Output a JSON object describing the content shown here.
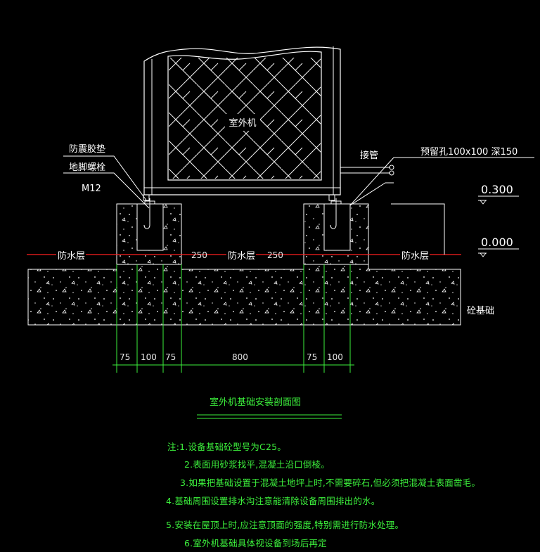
{
  "unit_label": "室外机",
  "pipe_label": "接管",
  "hole_label": "预留孔100x100  深150",
  "pad_label": "防震胶垫",
  "bolt_label": "地脚螺栓",
  "bolt_size": "M12",
  "waterproof_labels": [
    "防水层",
    "防水层",
    "防水层"
  ],
  "gap_dims": [
    "250",
    "250"
  ],
  "elevations": [
    "0.300",
    "0.000"
  ],
  "foundation_label": "砼基础",
  "bottom_dims": [
    "75",
    "100",
    "75",
    "800",
    "75",
    "100"
  ],
  "drawing_title": "室外机基础安装剖面图",
  "notes": [
    "注:1.设备基础砼型号为C25。",
    "2.表面用砂浆找平,混凝土沿口倒棱。",
    "3.如果把基础设置于混凝土地坪上时,不需要碎石,但必须把混凝土表面凿毛。",
    "4.基础周围设置排水沟注意能清除设备周围排出的水。",
    "5.安装在屋顶上时,应注意顶面的强度,特别需进行防水处理。",
    "6.室外机基础具体视设备到场后再定"
  ],
  "colors": {
    "background": "#000000",
    "linework": "#ffffff",
    "dimension": "#3cf03c",
    "waterproof_line": "#ff2020",
    "notes": "#3cf03c",
    "title_underline": "#3cf03c"
  }
}
